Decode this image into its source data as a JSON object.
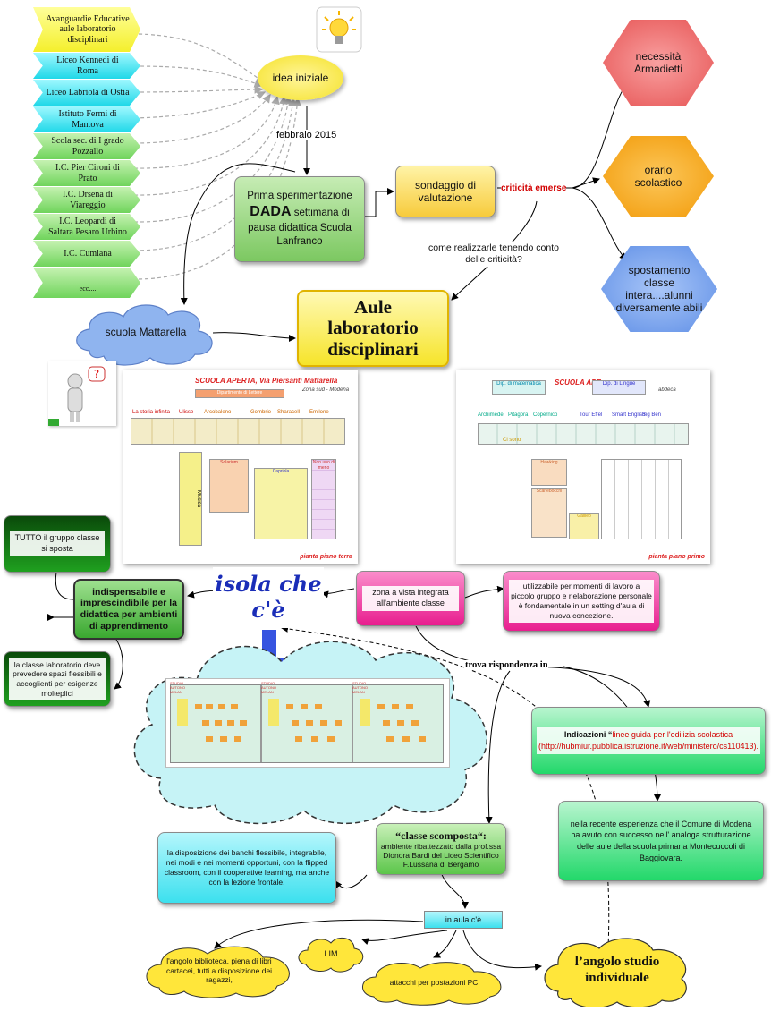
{
  "schools": [
    "Avanguardie Educative aule laboratorio disciplinari",
    "Liceo Kennedi di Roma",
    "Liceo Labriola di Ostia",
    "Istituto Fermi di Mantova",
    "Scola sec. di I grado Pozzallo",
    "I.C. Pier Cironi di Prato",
    "I.C. Drsena di Viareggio",
    "I.C. Leopardi di Saltara Pesaro Urbino",
    "I.C. Cumiana",
    "ecc...."
  ],
  "colors": {
    "yellow_flag": "#fffb8c",
    "cyan_flag": "#35e6f2",
    "green_flag": "#8ee07a",
    "red_hex": "#f06a6a",
    "orange_hex": "#f6a61e",
    "blue_hex": "#7eaaf2",
    "pink": "#f23ea1",
    "mint": "#34e07c",
    "cyan_box": "#5ce8f4",
    "yellow_cloud": "#ffe63a",
    "cloud_blue": "#8fb4ef",
    "cloud_cyan": "#c6f3f6"
  },
  "nodes": {
    "idea": "idea iniziale",
    "febbraio": "febbraio 2015",
    "prima_line1": "Prima sperimentazione",
    "prima_dada": "DADA",
    "prima_rest": " settimana di pausa didattica Scuola Lanfranco",
    "sondaggio": "sondaggio di valutazione",
    "criticita": "criticità emerse",
    "necessita": "necessità Armadietti",
    "orario": "orario scolastico",
    "spostamento": "spostamento classe intera....alunni diversamente abili",
    "come": "come realizzarle tenendo conto delle criticità?",
    "mattarella": "scuola Mattarella",
    "aule": "Aule laboratorio disciplinari"
  },
  "plans": {
    "ground": {
      "title": "SCUOLA APERTA, Via Piersanti Mattarella",
      "subtitle": "Zona sud - Modena",
      "footer": "pianta piano terra",
      "dept": "Dipartimento di Lettere",
      "rooms": [
        "La storia infinita",
        "Ulisse",
        "Arcobaleno",
        "Gombrio",
        "Sharacell",
        "Emilone"
      ],
      "music": "Musica",
      "solarium": "Solarium",
      "capriola": "Capriola",
      "uno": "Non uno di meno"
    },
    "first": {
      "title": "SCUOLA APE",
      "subtitle": "abdeca",
      "footer": "pianta piano primo",
      "dept_math": "Dip. di matematica",
      "dept_lang": "Dip. di Lingue",
      "rooms": [
        "Archimede",
        "Pitagora",
        "Copernico",
        "Tour Effel",
        "Smart English",
        "Big Ben"
      ],
      "ci_sono": "Ci sono",
      "hawking": "Hawking",
      "galileo": "Galileo",
      "scarlet": "Scarlebocchi"
    }
  },
  "bottom": {
    "tutto": "TUTTO il gruppo classe si sposta",
    "indispensabile": "indispensabile e imprescindibile per la didattica per ambienti di apprendimento",
    "classe_lab": "la classe laboratorio deve prevedere spazi flessibili e accoglienti per esigenze molteplici",
    "isola": "isola che c'è",
    "zona": "zona a vista integrata all'ambiente classe",
    "utilizzabile": "utilizzabile per momenti di lavoro a piccolo gruppo e rielaborazione personale è fondamentale in un setting d'aula di nuova concezione.",
    "trova": "trova rispondenza in",
    "indicazioni_head": "Indicazioni “",
    "indicazioni_link": "linee guida per l'edilizia scolastica (http://hubmiur.pubblica.istruzione.it/web/ministero/cs110413).",
    "modena": "nella recente esperienza che il Comune di Modena ha avuto con successo nell' analoga strutturazione delle aule della scuola primaria Montecuccoli di Baggiovara.",
    "classe_title": "“classe scomposta“:",
    "classe_body": "ambiente ribattezzato dalla prof.ssa Dionora Bardi del Liceo Scientifico F.Lussana di Bergamo",
    "disposizione": "la disposizione dei banchi flessibile, integrabile, nei modi e nei momenti opportuni, con la flipped classroom, con il cooperative learning, ma anche con la lezione frontale.",
    "in_aula": "in aula c'è",
    "lim": "LIM",
    "biblioteca": "l'angolo biblioteca, piena di libri cartacei, tutti a disposizione dei ragazzi,",
    "attacchi": "attacchi per postazioni PC",
    "angolo": "l’angolo studio individuale",
    "studio_tag": "STUDIO AUTONO MELAN"
  }
}
